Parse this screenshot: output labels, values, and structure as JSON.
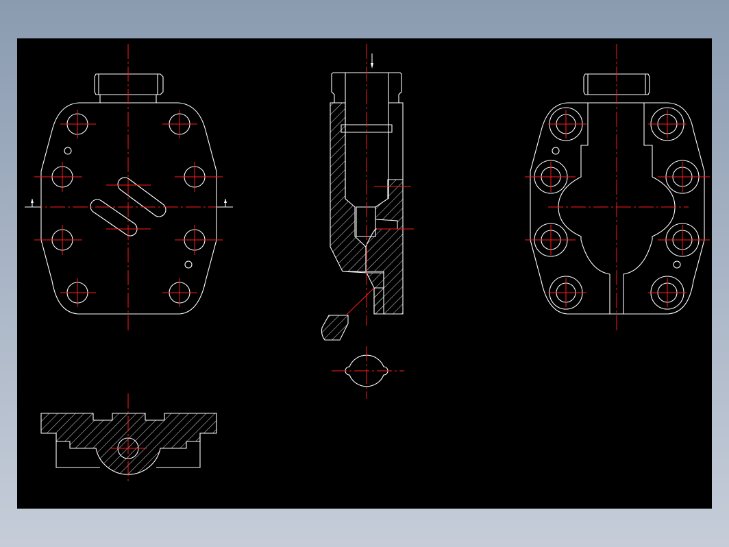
{
  "drawing": {
    "background_color": "#000000",
    "line_color": "#ffffff",
    "centerline_color": "#ff1a1a",
    "frame_gradient": [
      "#8a9bb0",
      "#c6cdd9"
    ]
  },
  "views": [
    {
      "name": "front-view"
    },
    {
      "name": "section-view"
    },
    {
      "name": "rear-view"
    },
    {
      "name": "bottom-section-view"
    },
    {
      "name": "detail-view"
    }
  ]
}
